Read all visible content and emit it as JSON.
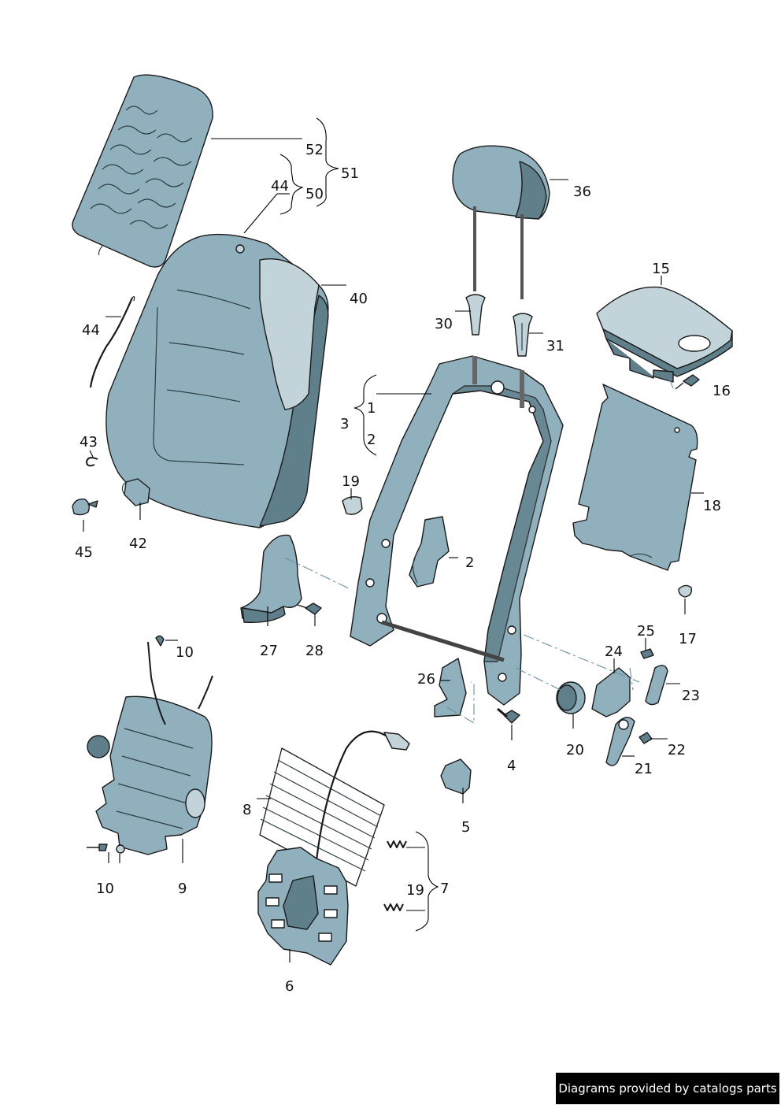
{
  "callouts": {
    "c52": "52",
    "c51": "51",
    "c50": "50",
    "c44a": "44",
    "c44b": "44",
    "c40": "40",
    "c36": "36",
    "c30": "30",
    "c31": "31",
    "c15": "15",
    "c16": "16",
    "c1": "1",
    "c3": "3",
    "c2a": "2",
    "c2b": "2",
    "c43": "43",
    "c45": "45",
    "c42": "42",
    "c19a": "19",
    "c18": "18",
    "c27": "27",
    "c28": "28",
    "c17": "17",
    "c25": "25",
    "c24": "24",
    "c23": "23",
    "c10a": "10",
    "c26": "26",
    "c4": "4",
    "c20": "20",
    "c22": "22",
    "c21": "21",
    "c5": "5",
    "c8": "8",
    "c9": "9",
    "c10b": "10",
    "c19b": "19",
    "c7": "7",
    "c6": "6"
  },
  "footer": {
    "text": "Diagrams provided by catalogs parts"
  },
  "colors": {
    "part_fill": "#8fb0bc",
    "part_shadow": "#5f7f8b",
    "outline": "#1a1a1a",
    "footer_bg": "#000000"
  }
}
